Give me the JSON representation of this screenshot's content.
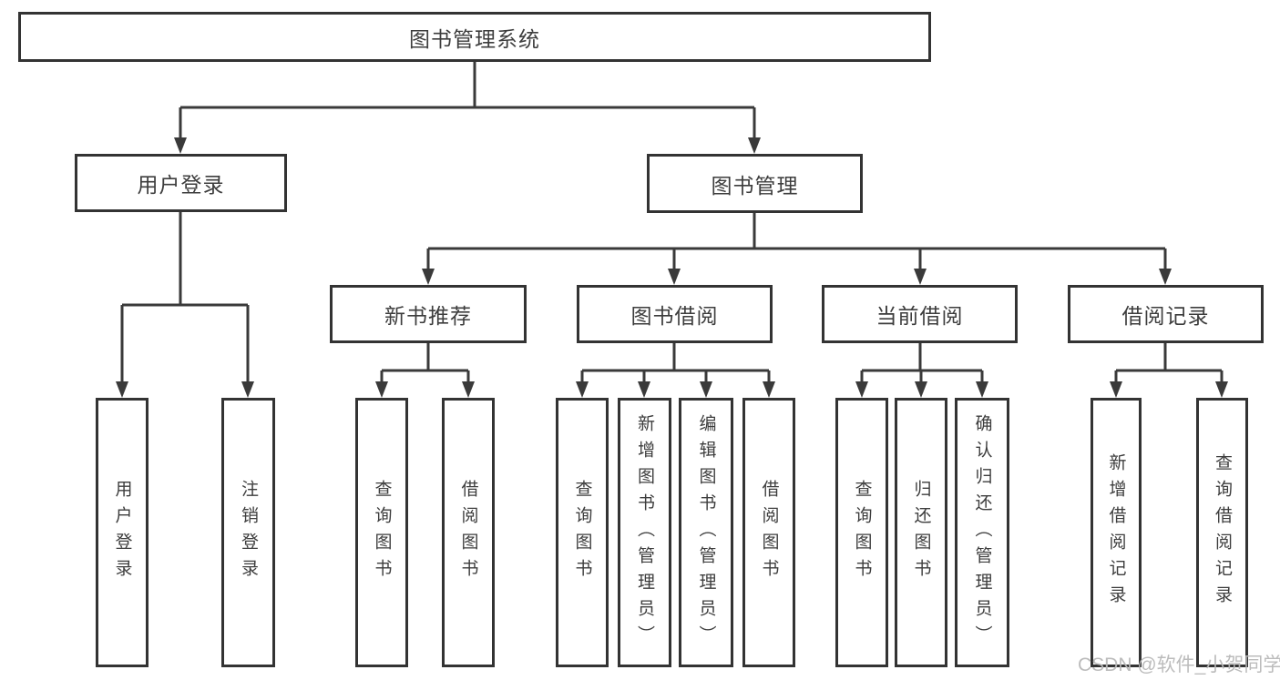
{
  "style": {
    "line_color": "#3a3a3a",
    "text_color": "#3d3d3d",
    "watermark_color": "#b8b8b8"
  },
  "tree": {
    "root": {
      "label": "图书管理系统"
    },
    "level1": [
      {
        "label": "用户登录"
      },
      {
        "label": "图书管理"
      }
    ],
    "level2": [
      {
        "label": "新书推荐"
      },
      {
        "label": "图书借阅"
      },
      {
        "label": "当前借阅"
      },
      {
        "label": "借阅记录"
      }
    ],
    "leaves": {
      "user_login": [
        {
          "label": "用户登录"
        },
        {
          "label": "注销登录"
        }
      ],
      "new_book": [
        {
          "label": "查询图书"
        },
        {
          "label": "借阅图书"
        }
      ],
      "borrow": [
        {
          "label": "查询图书"
        },
        {
          "label": "新增图书（管理员）"
        },
        {
          "label": "编辑图书（管理员）"
        },
        {
          "label": "借阅图书"
        }
      ],
      "current": [
        {
          "label": "查询图书"
        },
        {
          "label": "归还图书"
        },
        {
          "label": "确认归还（管理员）"
        }
      ],
      "records": [
        {
          "label": "新增借阅记录"
        },
        {
          "label": "查询借阅记录"
        }
      ]
    }
  },
  "watermark": "CSDN @软件_小贺同学"
}
